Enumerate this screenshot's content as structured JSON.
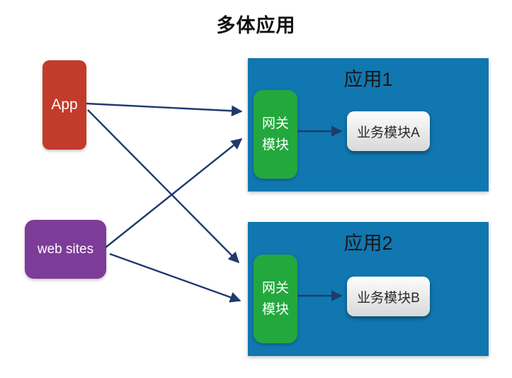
{
  "title": "多体应用",
  "clients": {
    "app": {
      "label": "App"
    },
    "web_sites": {
      "label": "web sites"
    }
  },
  "applications": [
    {
      "title": "应用1",
      "gateway_label": "网关模块",
      "business_label": "业务模块A"
    },
    {
      "title": "应用2",
      "gateway_label": "网关模块",
      "business_label": "业务模块B"
    }
  ],
  "edges": [
    {
      "from": "App",
      "to": "应用1 网关模块"
    },
    {
      "from": "App",
      "to": "应用2 网关模块"
    },
    {
      "from": "web sites",
      "to": "应用1 网关模块"
    },
    {
      "from": "web sites",
      "to": "应用2 网关模块"
    },
    {
      "from": "应用1 网关模块",
      "to": "业务模块A"
    },
    {
      "from": "应用2 网关模块",
      "to": "业务模块B"
    }
  ],
  "colors": {
    "app_red": "#c23b2b",
    "web_purple": "#7d3c98",
    "container_blue": "#1177b0",
    "gateway_green": "#23a83e",
    "arrow_navy": "#1f3a6e"
  }
}
